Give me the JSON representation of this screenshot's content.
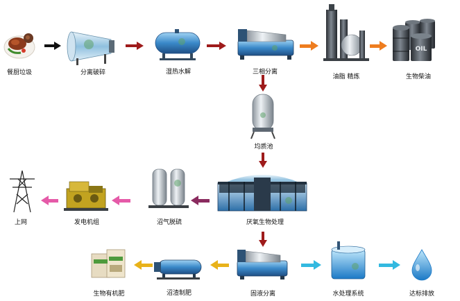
{
  "labels": {
    "kitchen_waste": "餐厨垃圾",
    "crush": "分离破碎",
    "hydrolysis": "湿热水解",
    "three_phase": "三相分离",
    "refine": "油脂 精炼",
    "biodiesel": "生物柴油",
    "homogenize": "均质池",
    "anaerobic": "厌氧生物处理",
    "desulfur": "沼气脱硫",
    "generator": "发电机组",
    "grid": "上网",
    "solid_liquid": "固液分离",
    "water_treatment": "水处理系统",
    "discharge": "达标排放",
    "residue_fert": "沼渣制肥",
    "organic_fert": "生物有机肥"
  },
  "drum_text": "OIL",
  "colors": {
    "arrow_black": "#111111",
    "arrow_red": "#9e1b1b",
    "arrow_orange": "#ee7d1f",
    "arrow_pink": "#e55aa8",
    "arrow_purple": "#8a2b5f",
    "arrow_yellow": "#e8b21a",
    "arrow_cyan": "#33b9e0",
    "equipment_blue": "#3a89c9",
    "equipment_dark": "#1f3e63"
  }
}
